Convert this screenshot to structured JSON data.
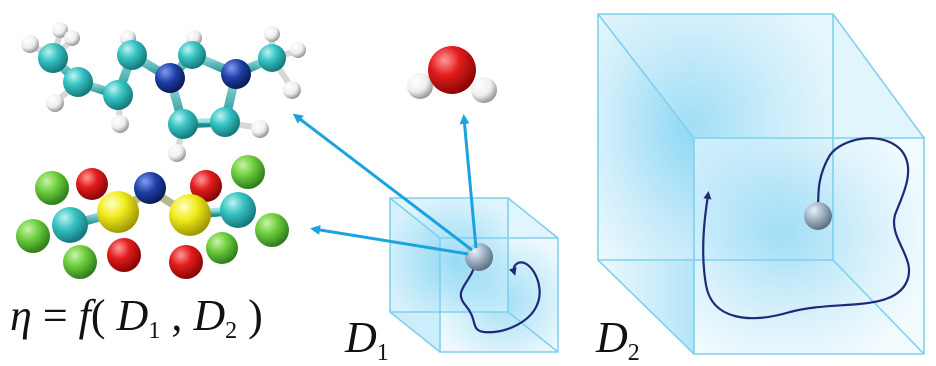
{
  "formula": {
    "lhs": "η",
    "equals": "=",
    "func": "f",
    "open": "(",
    "arg1": "D",
    "arg1_sub": "1",
    "comma": ",",
    "arg2": "D",
    "arg2_sub": "2",
    "close": ")"
  },
  "boxes": {
    "small": {
      "symbol": "D",
      "sub": "1"
    },
    "large": {
      "symbol": "D",
      "sub": "2"
    }
  },
  "colors": {
    "arrow": "#1aa3de",
    "path": "#1c2a78",
    "box_edge": "#7fd0ef",
    "carbon": "#36c3c3",
    "hydrogen": "#f2f2f2",
    "nitrogen": "#1e3fa6",
    "oxygen": "#e31c1c",
    "sulfur": "#f0ec1c",
    "fluorine": "#6fcf3f",
    "probe": "#9fb3c3"
  },
  "icons": {
    "cation": "imidazolium-cation-molecule",
    "water": "water-molecule",
    "anion": "tfsi-anion-molecule"
  }
}
